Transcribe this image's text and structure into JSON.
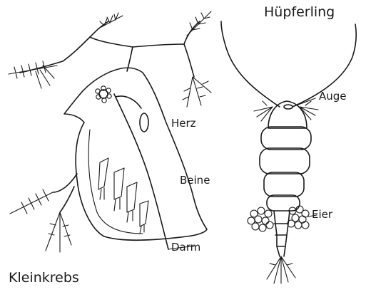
{
  "labels": {
    "kleinkrebs": "Kleinkrebs",
    "huepferling": "Hüpferling",
    "herz": "Herz",
    "beine": "Beine",
    "darm": "Darm",
    "auge": "Auge",
    "eier": "Eier"
  }
}
